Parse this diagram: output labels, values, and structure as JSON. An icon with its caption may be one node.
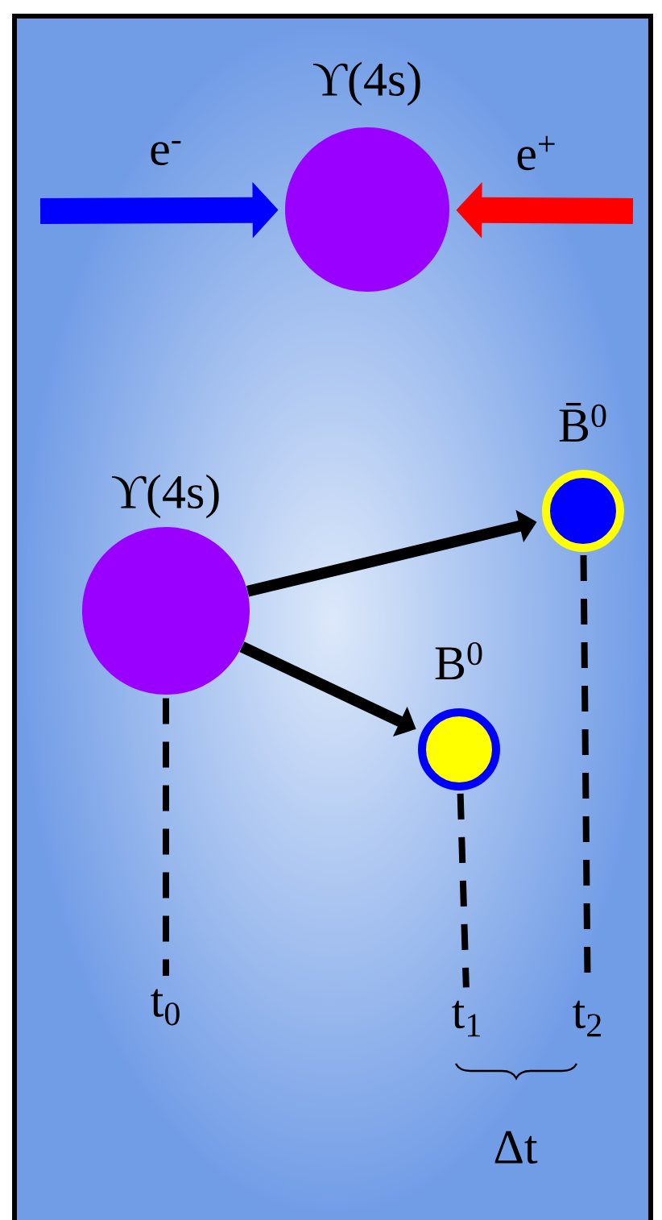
{
  "diagram": {
    "nodes": [
      {
        "text": [
          "ϒ(4s)"
        ]
      },
      {
        "text": [
          "ϒ(4s)"
        ]
      },
      {
        "text": [
          "B̄$^{0}$"
        ]
      },
      {
        "text": [
          "B$^{0}$"
        ]
      },
      {
        "text": [
          "t$_{0}$"
        ]
      },
      {
        "text": [
          "t$_{1}$"
        ]
      },
      {
        "text": [
          "t$_{2}$"
        ]
      }
    ],
    "edges": [
      {
        "from": null,
        "to": 0,
        "arrow": "to",
        "label": "e$^{-}$",
        "style": "thick",
        "color": "#0000ff"
      },
      {
        "from": null,
        "to": 0,
        "arrow": "to",
        "label": "e$^{+}$",
        "style": "thick",
        "color": "#ff0000"
      },
      {
        "from": 1,
        "to": 2,
        "arrow": "to"
      },
      {
        "from": 1,
        "to": 3,
        "arrow": "to"
      },
      {
        "from": 1,
        "to": 4,
        "arrow": "none",
        "style": "dashed"
      },
      {
        "from": 3,
        "to": 5,
        "arrow": "none",
        "style": "dashed"
      },
      {
        "from": 2,
        "to": 6,
        "arrow": "none",
        "style": "dashed"
      }
    ],
    "labels": [
      "Δt"
    ]
  }
}
